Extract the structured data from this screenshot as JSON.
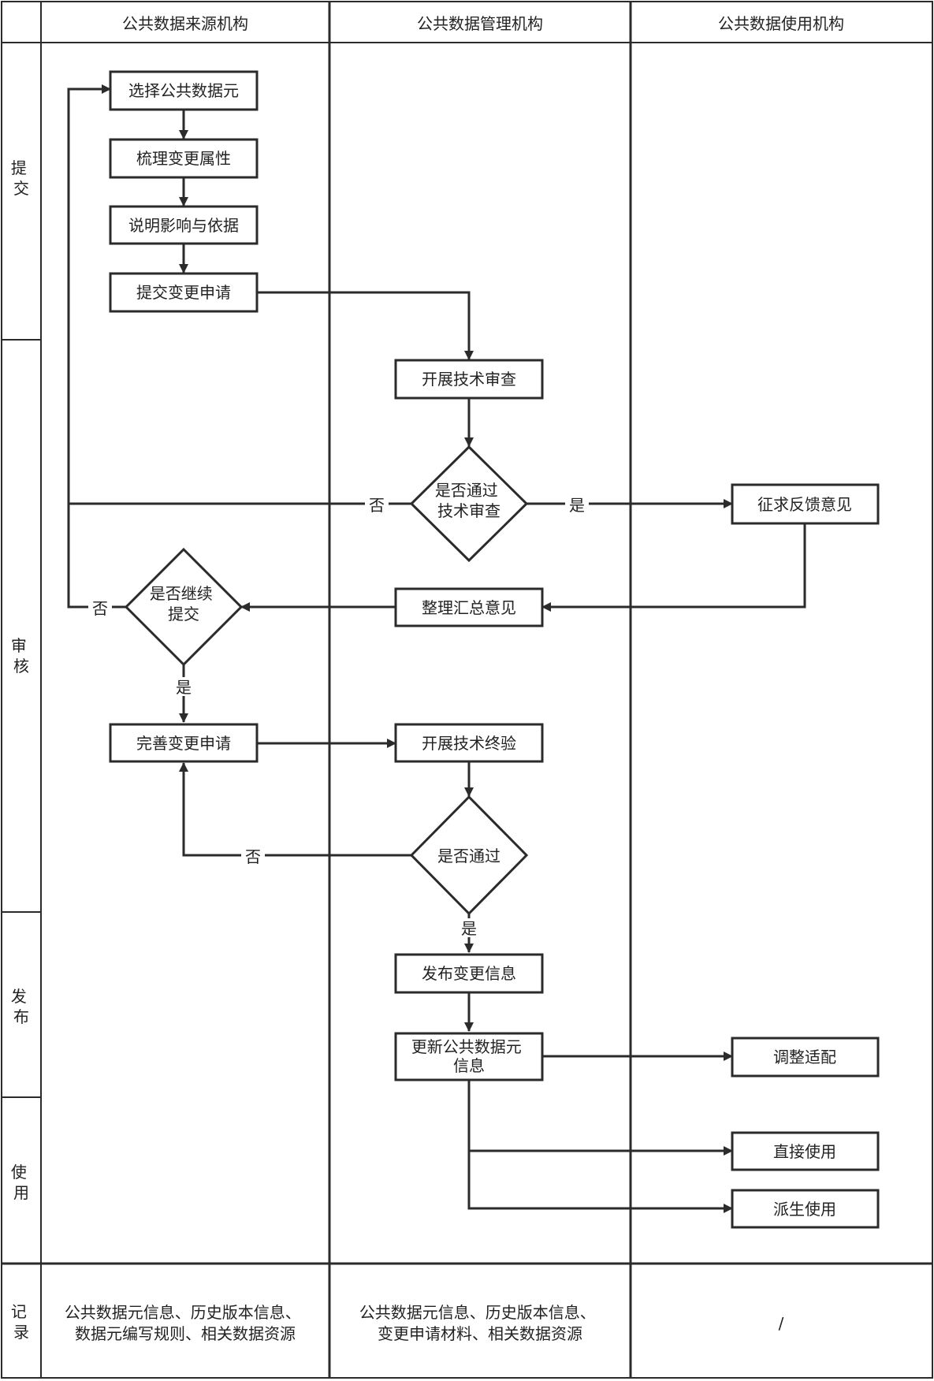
{
  "columns": {
    "source": "公共数据来源机构",
    "management": "公共数据管理机构",
    "usage": "公共数据使用机构"
  },
  "stages": {
    "submit": [
      "提",
      "交"
    ],
    "review": [
      "审",
      "核"
    ],
    "publish": [
      "发",
      "布"
    ],
    "use": [
      "使",
      "用"
    ],
    "record": [
      "记",
      "录"
    ]
  },
  "nodes": {
    "select": [
      "选择公共数据元"
    ],
    "sort_attrs": [
      "梳理变更属性"
    ],
    "explain": [
      "说明影响与依据"
    ],
    "submit_req": [
      "提交变更申请"
    ],
    "tech_review": [
      "开展技术审查"
    ],
    "pass_review": [
      "是否通过",
      "技术审查"
    ],
    "feedback": [
      "征求反馈意见"
    ],
    "summarize": [
      "整理汇总意见"
    ],
    "continue": [
      "是否继续",
      "提交"
    ],
    "improve": [
      "完善变更申请"
    ],
    "final_check": [
      "开展技术终验"
    ],
    "pass": [
      "是否通过"
    ],
    "publish_info": [
      "发布变更信息"
    ],
    "update_info": [
      "更新公共数据元",
      "信息"
    ],
    "adjust": [
      "调整适配"
    ],
    "direct_use": [
      "直接使用"
    ],
    "derived_use": [
      "派生使用"
    ]
  },
  "edge_labels": {
    "yes": "是",
    "no": "否"
  },
  "records": {
    "source": [
      "公共数据元信息、历史版本信息、",
      "数据元编写规则、相关数据资源"
    ],
    "management": [
      "公共数据元信息、历史版本信息、",
      "变更申请材料、相关数据资源"
    ],
    "usage": [
      "/"
    ]
  }
}
